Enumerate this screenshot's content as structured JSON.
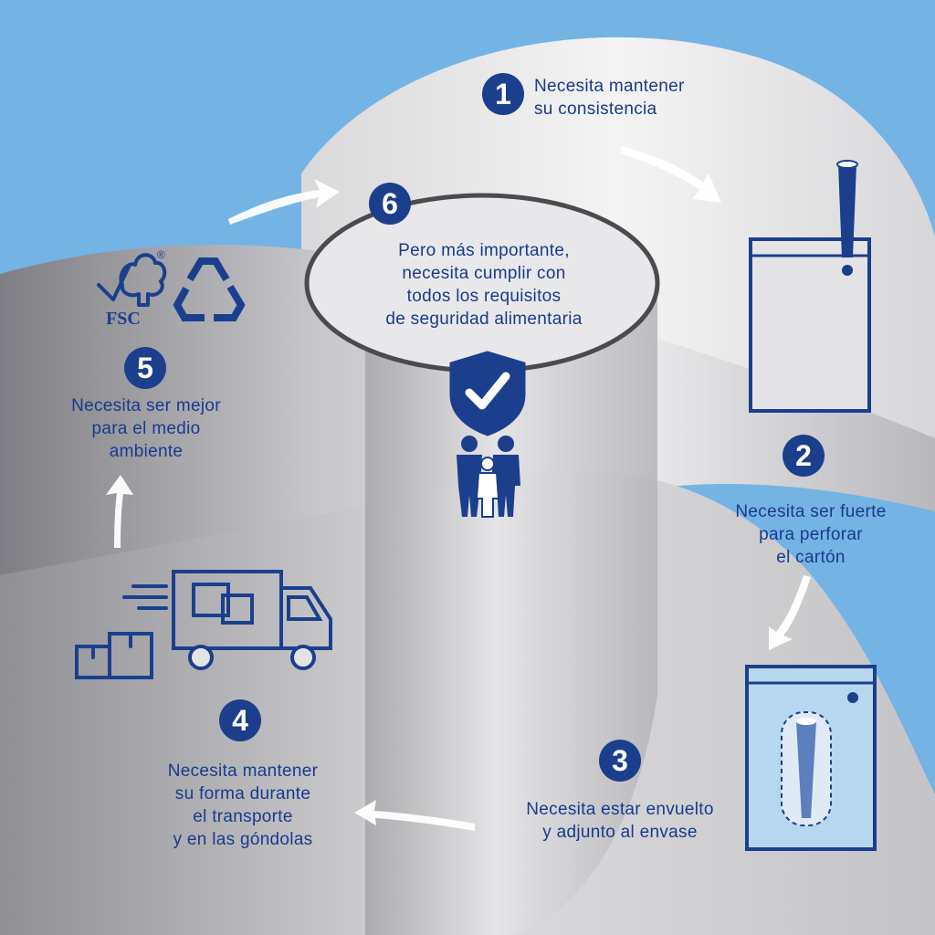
{
  "colors": {
    "background": "#73b4e4",
    "navy": "#1b3f8d",
    "paper_light": "#ececec",
    "paper_dark": "#9c9ca0"
  },
  "steps": [
    {
      "number": "1",
      "lines": [
        "Necesita mantener",
        "su consistencia"
      ]
    },
    {
      "number": "2",
      "lines": [
        "Necesita ser fuerte",
        "para perforar",
        "el cartón"
      ]
    },
    {
      "number": "3",
      "lines": [
        "Necesita estar envuelto",
        "y adjunto al envase"
      ]
    },
    {
      "number": "4",
      "lines": [
        "Necesita mantener",
        "su forma durante",
        "el transporte",
        "y en las góndolas"
      ]
    },
    {
      "number": "5",
      "lines": [
        "Necesita ser mejor",
        "para el medio",
        "ambiente"
      ]
    },
    {
      "number": "6",
      "lines": [
        "Pero más importante,",
        "necesita cumplir con",
        "todos los requisitos",
        "de seguridad alimentaria"
      ]
    }
  ],
  "logos": {
    "fsc_text": "FSC",
    "registered": "®"
  },
  "icons": [
    "straw-cup-icon",
    "cup-with-straw-inside-icon",
    "delivery-truck-icon",
    "boxes-icon",
    "fsc-tree-logo",
    "recycle-icon",
    "shield-check-icon",
    "family-icon"
  ]
}
